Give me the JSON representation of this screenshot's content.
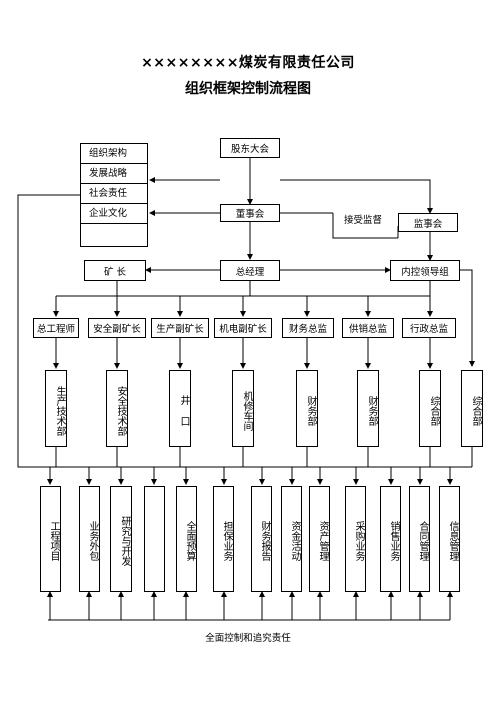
{
  "title": "××××××××煤炭有限责任公司",
  "subtitle": "组织框架控制流程图",
  "org_list": [
    "组织架构",
    "发展战略",
    "社会责任",
    "企业文化"
  ],
  "nodes": {
    "shareholders": "股东大会",
    "board": "董事会",
    "supervisors": "监事会",
    "mine_head": "矿 长",
    "gm": "总经理",
    "internal_control": "内控领导组"
  },
  "accept_supervision": "接受监督",
  "managers": [
    "总工程师",
    "安全副矿长",
    "生产副矿长",
    "机电副矿长",
    "财务总监",
    "供销总监",
    "行政总监"
  ],
  "departments": [
    "生产技术部",
    "安全技术部",
    "井 口",
    "机修车间",
    "财务部",
    "财务部",
    "综合部",
    "综合部"
  ],
  "activities": [
    "工程项目",
    "业务外包",
    "研究与开发",
    "",
    "全面预算",
    "担保业务",
    "财务报告",
    "资金活动",
    "资产管理",
    "采购业务",
    "销售业务",
    "合同管理",
    "信息管理"
  ],
  "footer": "全面控制和追究责任"
}
